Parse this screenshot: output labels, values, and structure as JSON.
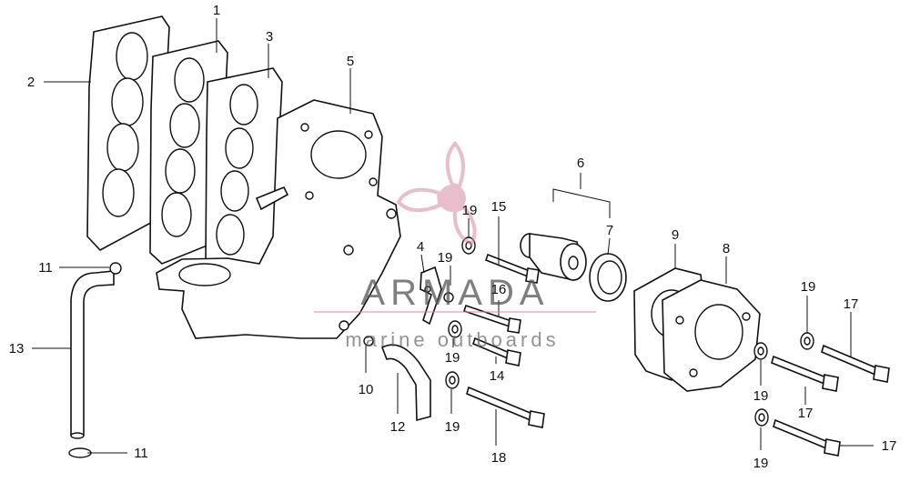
{
  "callouts": {
    "c1": "1",
    "c2": "2",
    "c3": "3",
    "c4": "4",
    "c5": "5",
    "c6": "6",
    "c7": "7",
    "c8": "8",
    "c9": "9",
    "c10": "10",
    "c11a": "11",
    "c11b": "11",
    "c12": "12",
    "c13": "13",
    "c14": "14",
    "c15": "15",
    "c16": "16",
    "c17a": "17",
    "c17b": "17",
    "c17c": "17",
    "c18": "18",
    "c19a": "19",
    "c19b": "19",
    "c19c": "19",
    "c19d": "19",
    "c19e": "19",
    "c19f": "19",
    "c19g": "19"
  },
  "watermark": {
    "brand": "ARMADA",
    "tagline": "marine outboards",
    "logo": "propeller-logo",
    "color": "#d68aa5"
  }
}
